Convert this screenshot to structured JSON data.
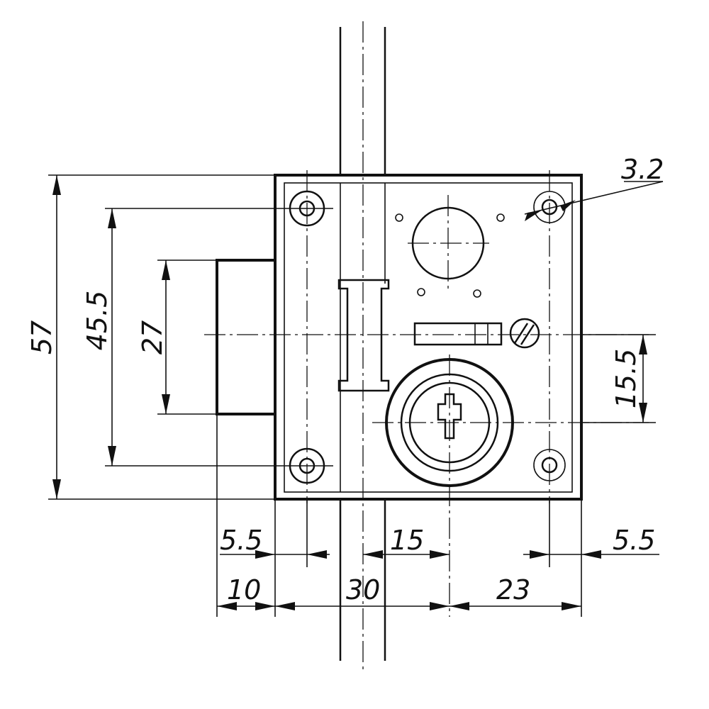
{
  "dimensions": {
    "height_total": "57",
    "hole_spacing_vertical": "45.5",
    "bolt_height": "27",
    "keyhole_offset": "15.5",
    "screw_hole_diameter": "3.2",
    "left_hole_inset": "5.5",
    "right_hole_inset": "5.5",
    "bolt_projection": "10",
    "backset": "30",
    "bar_to_key": "15",
    "key_to_edge": "23"
  }
}
